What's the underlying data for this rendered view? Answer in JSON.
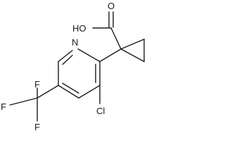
{
  "molecule": {
    "atom_labels": {
      "hydroxyl": "HO",
      "carbonyl_oxygen": "O",
      "ring_nitrogen": "N",
      "chlorine": "Cl",
      "fluorine_top": "F",
      "fluorine_left": "F",
      "fluorine_bottom": "F"
    }
  }
}
